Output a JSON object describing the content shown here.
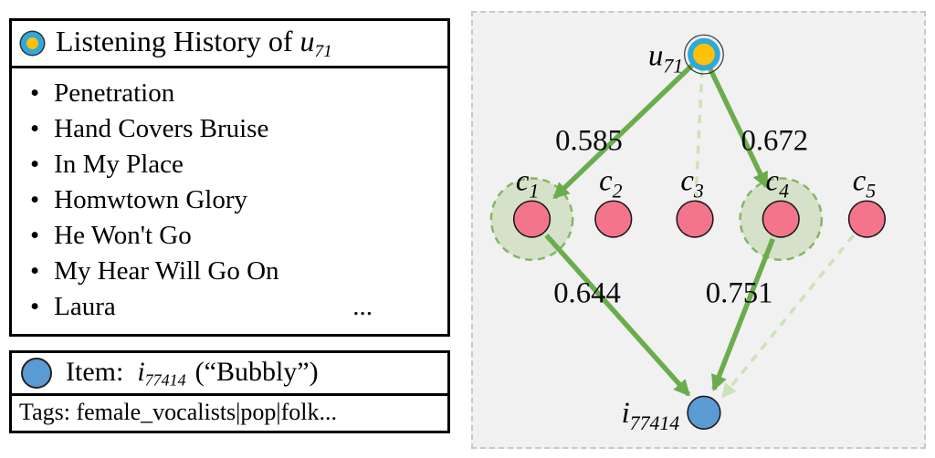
{
  "listening_history": {
    "title_prefix": "Listening History of ",
    "user_symbol": "u",
    "user_sub": "71",
    "items": [
      "Penetration",
      "Hand Covers Bruise",
      "In My Place",
      "Homwtown Glory",
      "He Won't  Go",
      "My Hear Will Go On",
      "Laura"
    ],
    "ellipsis": "..."
  },
  "item_box": {
    "label": "Item:",
    "item_symbol": "i",
    "item_sub": "77414",
    "item_title": "(“Bubbly”)",
    "tags_label": "Tags:",
    "tags_value": "female_vocalists|pop|folk..."
  },
  "graph": {
    "user": {
      "symbol": "u",
      "sub": "71"
    },
    "concepts": [
      {
        "symbol": "c",
        "sub": "1",
        "highlighted": true
      },
      {
        "symbol": "c",
        "sub": "2",
        "highlighted": false
      },
      {
        "symbol": "c",
        "sub": "3",
        "highlighted": false
      },
      {
        "symbol": "c",
        "sub": "4",
        "highlighted": true
      },
      {
        "symbol": "c",
        "sub": "5",
        "highlighted": false
      }
    ],
    "item": {
      "symbol": "i",
      "sub": "77414"
    },
    "edges": [
      {
        "from": "u71",
        "to": "c1",
        "weight": "0.585",
        "style": "solid"
      },
      {
        "from": "u71",
        "to": "c4",
        "weight": "0.672",
        "style": "solid"
      },
      {
        "from": "u71",
        "to": "c3",
        "weight": "",
        "style": "dashed"
      },
      {
        "from": "c1",
        "to": "i77414",
        "weight": "0.644",
        "style": "solid"
      },
      {
        "from": "c4",
        "to": "i77414",
        "weight": "0.751",
        "style": "solid"
      },
      {
        "from": "c5",
        "to": "i77414",
        "weight": "",
        "style": "dashed"
      }
    ]
  },
  "colors": {
    "user_fill": "#FFC107",
    "user_ring": "#2FA8DC",
    "concept_fill": "#F4758B",
    "item_fill": "#5B9BD5",
    "edge_strong": "#6BAD4C",
    "edge_weak": "#CBE3B6",
    "panel_bg": "#F1F1F1"
  }
}
